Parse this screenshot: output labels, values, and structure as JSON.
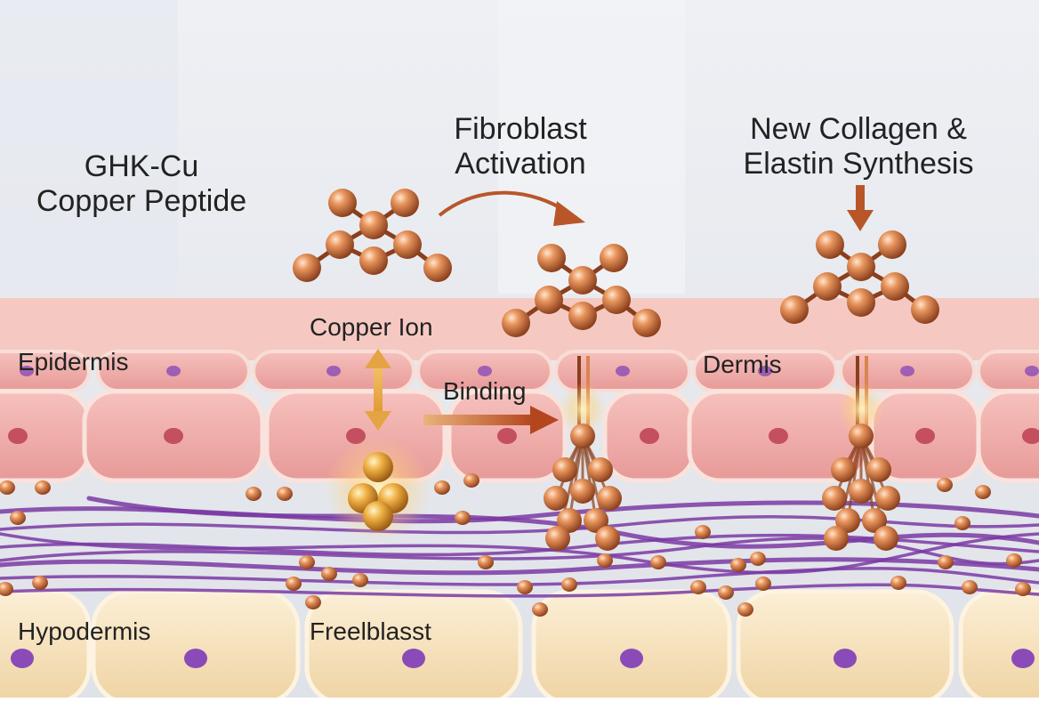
{
  "title": {
    "line1": "GHK-Cu",
    "line2": "Copper Peptide"
  },
  "steps": {
    "activation": {
      "line1": "Fibroblast",
      "line2": "Activation"
    },
    "synthesis": {
      "line1": "New Collagen &",
      "line2": "Elastin Synthesis"
    }
  },
  "labels": {
    "copper_ion": "Copper Ion",
    "binding": "Binding",
    "epidermis": "Epidermis",
    "dermis": "Dermis",
    "hypodermis": "Hypodermis",
    "freelblasst": "Freelblasst"
  },
  "colors": {
    "copper": "#d9854f",
    "copper_dark": "#8a3f1c",
    "arrow": "#b8562a",
    "arrow_gold": "#e4a443",
    "epidermis_cell": "#eea9a6",
    "nucleus_pink": "#c44f5e",
    "hypodermis_cell": "#f7e2bc",
    "nucleus_purple": "#8a4bb8",
    "collagen_fiber": "#7a3aa3",
    "background": "#e9ebef"
  }
}
